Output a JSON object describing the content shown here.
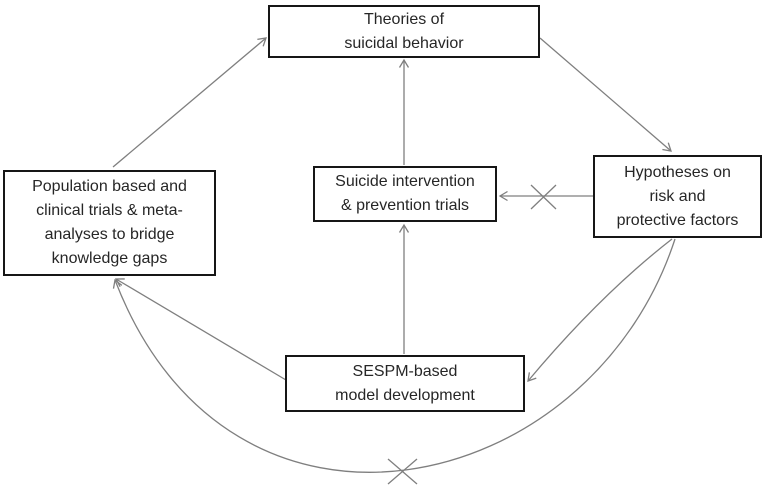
{
  "diagram": {
    "nodes": {
      "theories": {
        "text": "Theories of\nsuicidal behavior"
      },
      "population": {
        "text": "Population based and\nclinical trials & meta-\nanalyses to bridge\nknowledge gaps"
      },
      "intervention": {
        "text": "Suicide intervention\n& prevention trials"
      },
      "hypotheses": {
        "text": "Hypotheses on\nrisk and\nprotective factors"
      },
      "sespm": {
        "text": "SESPM-based\nmodel development"
      }
    },
    "edges": [
      {
        "from": "population",
        "to": "theories",
        "style": "straight-arrow"
      },
      {
        "from": "theories",
        "to": "hypotheses",
        "style": "straight-arrow"
      },
      {
        "from": "hypotheses",
        "to": "intervention",
        "style": "straight-arrow",
        "crossed_out": true
      },
      {
        "from": "intervention",
        "to": "theories",
        "style": "straight-arrow"
      },
      {
        "from": "sespm",
        "to": "intervention",
        "style": "straight-arrow"
      },
      {
        "from": "sespm",
        "to": "population",
        "style": "straight-arrow"
      },
      {
        "from": "hypotheses",
        "to": "sespm",
        "style": "curved-arrow"
      },
      {
        "from": "hypotheses",
        "to": "population",
        "style": "curved-arrow",
        "crossed_out": true
      }
    ],
    "colors": {
      "line": "#7f7f7f",
      "box_border": "#161616",
      "box_fill": "#ffffff",
      "text": "#262626",
      "background": "#ffffff"
    }
  }
}
